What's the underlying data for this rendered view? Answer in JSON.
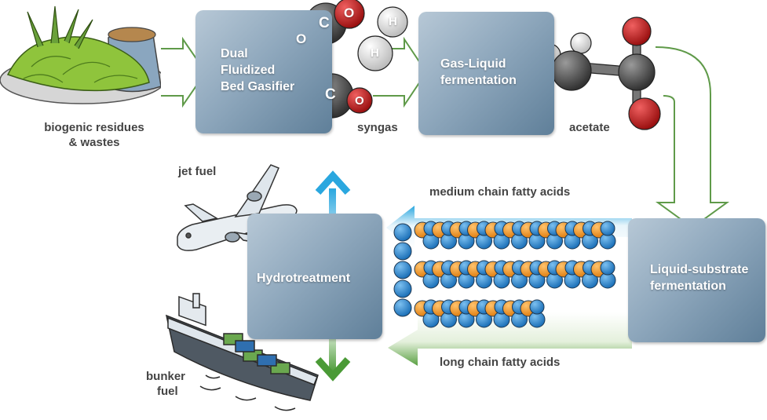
{
  "diagram": {
    "input": {
      "label_line1": "biogenic residues",
      "label_line2": "& wastes"
    },
    "gasifier": {
      "line1": "Dual",
      "line2": "Fluidized",
      "line3": "Bed Gasifier"
    },
    "syngas_label": "syngas",
    "gas_liquid": {
      "line1": "Gas-Liquid",
      "line2": "fermentation"
    },
    "acetate_label": "acetate",
    "liquid_substrate": {
      "line1": "Liquid-substrate",
      "line2": "fermentation"
    },
    "mcfa_label": "medium chain fatty acids",
    "lcfa_label": "long chain fatty acids",
    "hydrotreatment": {
      "line1": "Hydrotreatment"
    },
    "jet_fuel_label": "jet fuel",
    "bunker_fuel": {
      "line1": "bunker",
      "line2": "fuel"
    },
    "molecules": {
      "co2": [
        "O",
        "C",
        "O"
      ],
      "h2": [
        "H",
        "H"
      ],
      "co": [
        "C",
        "O"
      ]
    },
    "colors": {
      "box": "#7f9bb3",
      "arrow_green": "#5f9a49",
      "arrow_blue": "#2aa7df",
      "atom_carbon": "#4a4a4a",
      "atom_oxygen": "#c41e1e",
      "atom_hydrogen": "#e8e8e8",
      "chain_blue": "#2f8fd6",
      "chain_orange": "#f29a2e",
      "biomass": "#8fc43c"
    }
  }
}
